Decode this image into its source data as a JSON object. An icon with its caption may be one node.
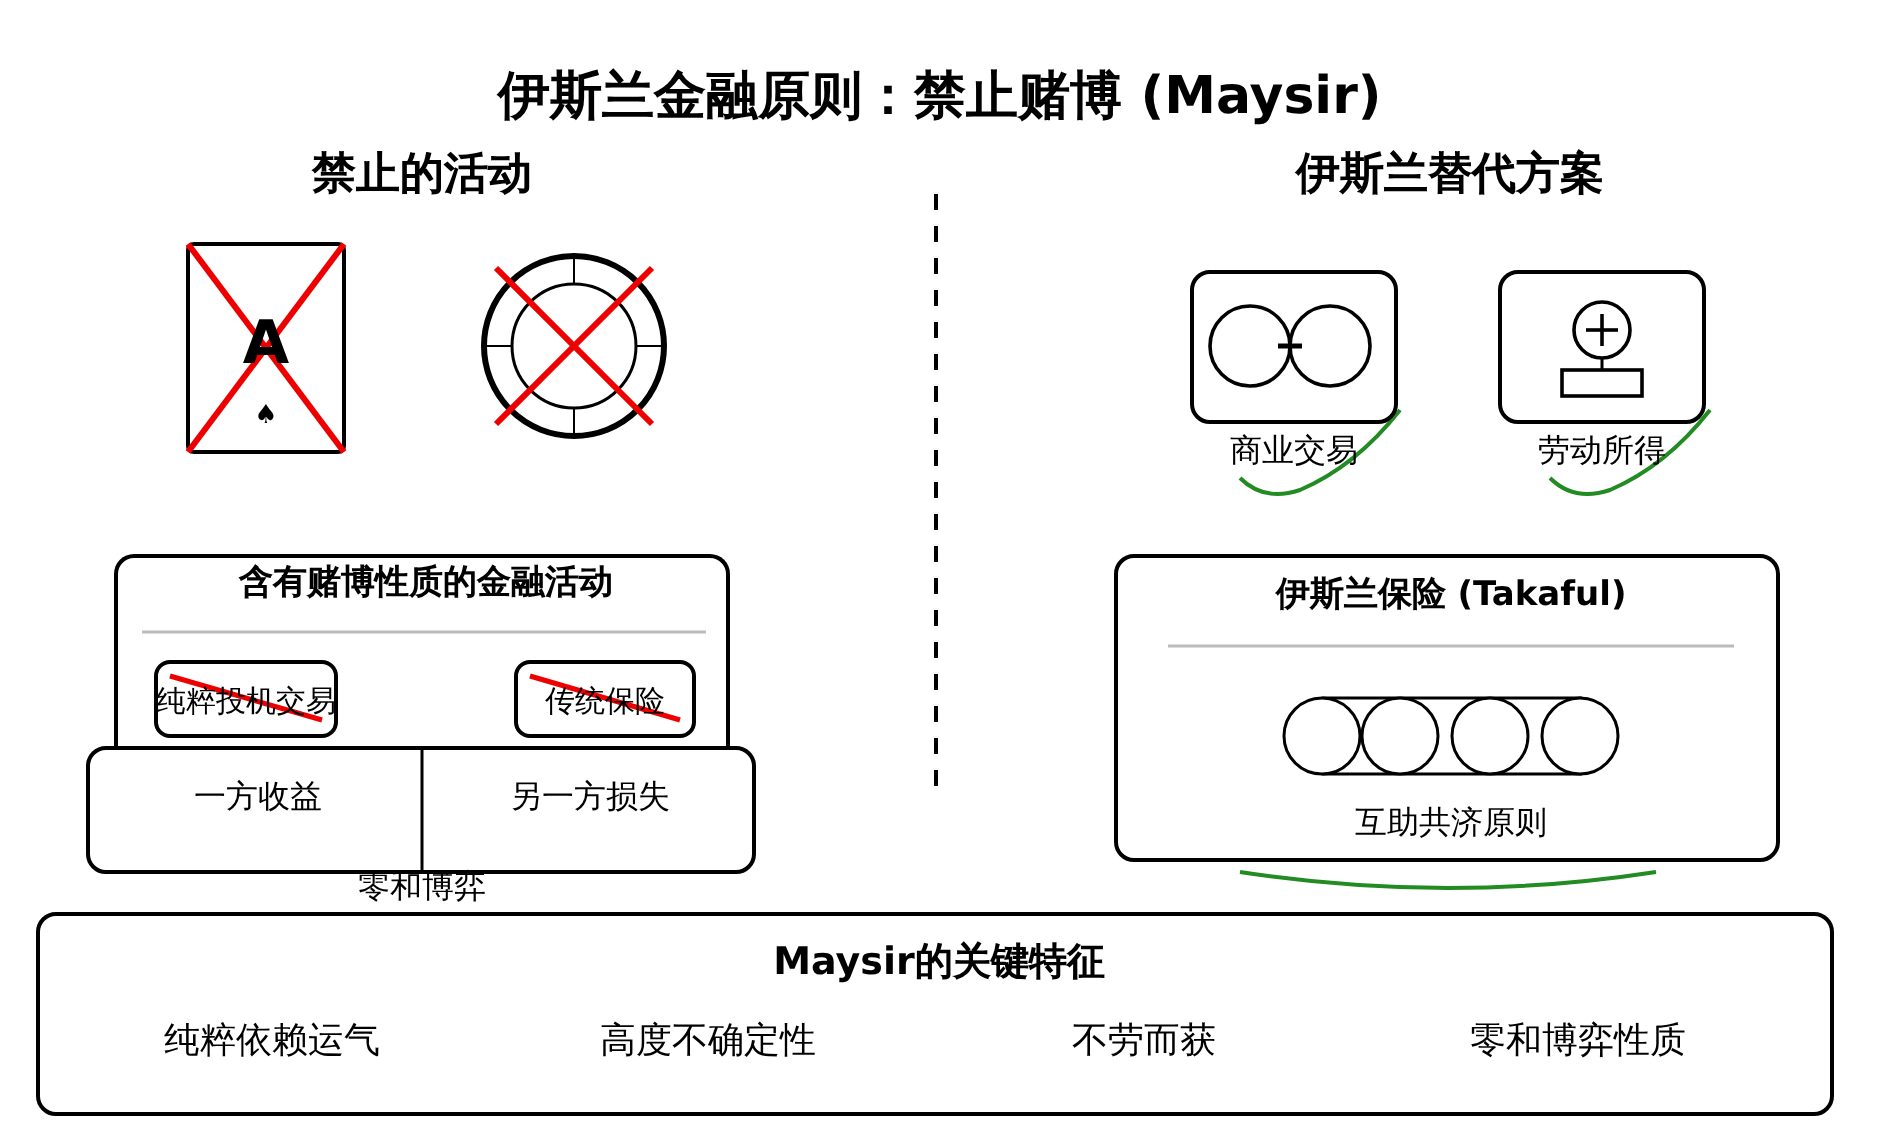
{
  "diagram": {
    "title": "伊斯兰金融原则：禁止赌博 (Maysir)",
    "nodes": [
      {
        "text": [
          "含有赌博性质的金融活动"
        ]
      },
      {
        "text": [
          "纯粹投机交易"
        ],
        "in": 0
      },
      {
        "text": [
          "传统保险"
        ],
        "in": 0
      },
      {
        "text": [
          "一方收益",
          "另一方损失"
        ],
        "beside": [
          "零和博弈"
        ]
      },
      {
        "text": [
          "商业交易"
        ]
      },
      {
        "text": [
          "劳动所得"
        ]
      },
      {
        "text": [
          "伊斯兰保险 (Takaful)",
          "互助共济原则"
        ]
      },
      {
        "text": [
          "Maysir的关键特征",
          "纯粹依赖运气",
          "高度不确定性",
          "不劳而获",
          "零和博弈性质"
        ]
      }
    ],
    "edges": [],
    "labels": [
      "禁止的活动",
      "伊斯兰替代方案",
      "A",
      "♠"
    ]
  }
}
